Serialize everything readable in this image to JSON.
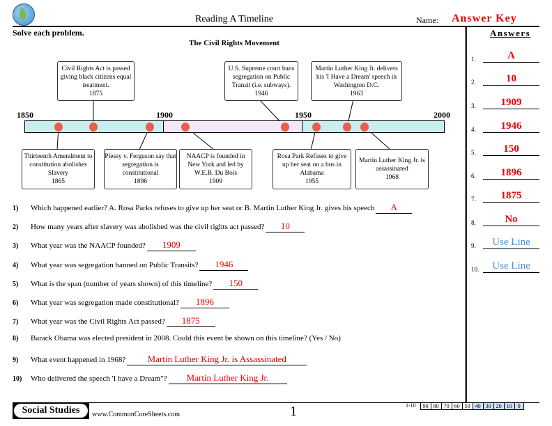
{
  "header": {
    "title": "Reading A Timeline",
    "name_label": "Name:",
    "name_value": "Answer Key",
    "logo": "globe-icon"
  },
  "instructions": "Solve each problem.",
  "timeline": {
    "title": "The Civil Rights Movement",
    "years": [
      "1850",
      "1900",
      "1950",
      "2000"
    ],
    "segment_colors": [
      "#c9eef0",
      "#f2e8f8",
      "#c9eef0"
    ],
    "events_top": [
      {
        "text": "Civil Rights Act is passed giving black citizens equal treatment.",
        "year": "1875"
      },
      {
        "text": "U.S. Supreme court bans segregation on Public Transit (i.e. subways).",
        "year": "1946"
      },
      {
        "text": "Martin Luther King Jr. delivers his 'I Have a Dream' speech in Washington D.C.",
        "year": "1963"
      }
    ],
    "events_bottom": [
      {
        "text": "Thirteenth Amendment to constitution abolishes Slavery",
        "year": "1865"
      },
      {
        "text": "Plessy v. Ferguson say that segregation is constitutional",
        "year": "1896"
      },
      {
        "text": "NAACP is founded in New York and led by W.E.B. Du Bois",
        "year": "1909"
      },
      {
        "text": "Rosa Park Refuses to give up her seat on a bus in Alabama",
        "year": "1955"
      },
      {
        "text": "Martin Luther King Jr. is assassinated",
        "year": "1968"
      }
    ]
  },
  "questions": [
    {
      "n": "1)",
      "text": "Which happened earlier?  A. Rosa Parks refuses to give up her seat   or   B. Martin Luther King Jr. gives his speech",
      "answer": "A"
    },
    {
      "n": "2)",
      "text": "How many years after slavery was abolished was the civil rights act passed?",
      "answer": "10"
    },
    {
      "n": "3)",
      "text": "What year was the NAACP founded?",
      "answer": "1909"
    },
    {
      "n": "4)",
      "text": "What year was segregation banned on Public Transits?",
      "answer": "1946"
    },
    {
      "n": "5)",
      "text": "What is the span (number of years shown) of this timeline?",
      "answer": "150"
    },
    {
      "n": "6)",
      "text": "What year was segregation made constitutional?",
      "answer": "1896"
    },
    {
      "n": "7)",
      "text": "What year was the Civil Rights Act passed?",
      "answer": "1875"
    },
    {
      "n": "8)",
      "text": "Barack Obama was elected president in 2008. Could this event be shown on this timeline? (Yes / No)",
      "answer": ""
    },
    {
      "n": "9)",
      "text": "What event happened in 1968?",
      "answer": "Martin Luther King Jr. is Assassinated"
    },
    {
      "n": "10)",
      "text": "Who delivered the speech 'I have a Dream\"?",
      "answer": "Martin Luther King Jr."
    }
  ],
  "answers": {
    "title": "Answers",
    "items": [
      {
        "n": "1.",
        "v": "A"
      },
      {
        "n": "2.",
        "v": "10"
      },
      {
        "n": "3.",
        "v": "1909"
      },
      {
        "n": "4.",
        "v": "1946"
      },
      {
        "n": "5.",
        "v": "150"
      },
      {
        "n": "6.",
        "v": "1896"
      },
      {
        "n": "7.",
        "v": "1875"
      },
      {
        "n": "8.",
        "v": "No"
      },
      {
        "n": "9.",
        "v": "Use Line"
      },
      {
        "n": "10.",
        "v": "Use Line"
      }
    ]
  },
  "footer": {
    "subject": "Social Studies",
    "url": "www.CommonCoreSheets.com",
    "page": "1",
    "score_label": "1-10",
    "scores": [
      "90",
      "80",
      "70",
      "60",
      "50",
      "40",
      "30",
      "20",
      "10",
      "0"
    ]
  }
}
